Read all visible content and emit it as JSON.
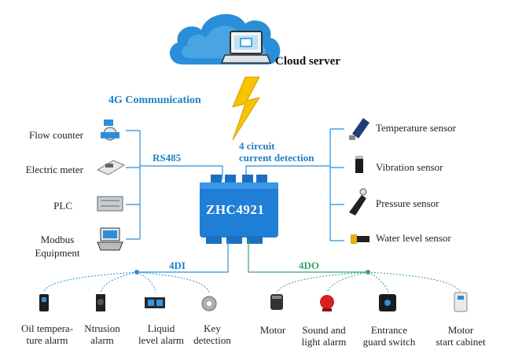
{
  "cloud_label": "Cloud server",
  "comm_label": "4G Communication",
  "device_name": "ZHC4921",
  "rs485_label": "RS485",
  "current_detection_label": "4 circuit\ncurrent detection",
  "di_label": "4DI",
  "do_label": "4DO",
  "left_devices": [
    "Flow counter",
    "Electric meter",
    "PLC",
    "Modbus\nEquipment"
  ],
  "right_sensors": [
    "Temperature sensor",
    "Vibration sensor",
    "Pressure sensor",
    "Water level sensor"
  ],
  "di_inputs": [
    "Oil tempera-\nture alarm",
    "Ntrusion\nalarm",
    "Liquid\nlevel alarm",
    "Key\ndetection"
  ],
  "do_outputs": [
    "Motor",
    "Sound and\nlight alarm",
    "Entrance\nguard switch",
    "Motor\nstart cabinet"
  ],
  "colors": {
    "blue": "#1e7fc3",
    "green": "#39a36a",
    "cloud": "#2a8fd8",
    "lightning": "#f2b800"
  },
  "icons": {
    "cloud": "cloud-icon",
    "laptop": "laptop-icon",
    "lightning": "lightning-bolt-icon",
    "flow_counter": "flow-counter-icon",
    "electric_meter": "electric-meter-icon",
    "plc": "plc-icon",
    "modbus": "modbus-equipment-icon",
    "temperature": "temperature-sensor-icon",
    "vibration": "vibration-sensor-icon",
    "pressure": "pressure-sensor-icon",
    "water_level": "water-level-sensor-icon"
  }
}
